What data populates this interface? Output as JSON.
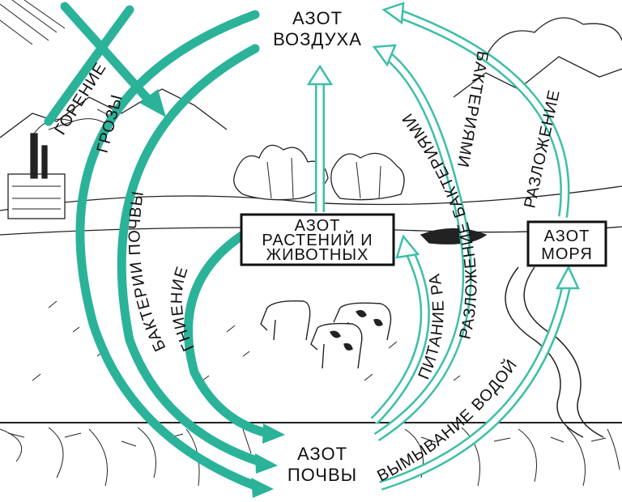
{
  "nodes": {
    "air": {
      "line1": "АЗОТ",
      "line2": "ВОЗДУХА"
    },
    "organisms": {
      "line1": "АЗОТ",
      "line2": "РАСТЕНИЙ И",
      "line3": "ЖИВОТНЫХ"
    },
    "sea": {
      "line1": "АЗОТ",
      "line2": "МОРЯ"
    },
    "soil": {
      "line1": "АЗОТ",
      "line2": "ПОЧВЫ"
    }
  },
  "processes": {
    "burning": "ГОРЕНИЕ",
    "storms": "ГРОЗЫ",
    "soil_bacteria": "БАКТЕРИИ ПОЧВЫ",
    "rotting": "ГНИЕНИЕ",
    "plant_nutrition": "ПИТАНИЕ РАСТЕНИЙ",
    "bacterial_decomposition": "РАЗЛОЖЕНИЕ БАКТЕРИЯМИ",
    "sea_decomposition_line1": "РАЗЛОЖЕНИЕ",
    "sea_decomposition_line2": "БАКТЕРИЯМИ",
    "water_leaching": "ВЫМЫВАНИЕ ВОДОЙ"
  },
  "colors": {
    "teal_solid": "#2bb39a",
    "teal_outline": "#3cbfa8",
    "ink": "#111111"
  }
}
